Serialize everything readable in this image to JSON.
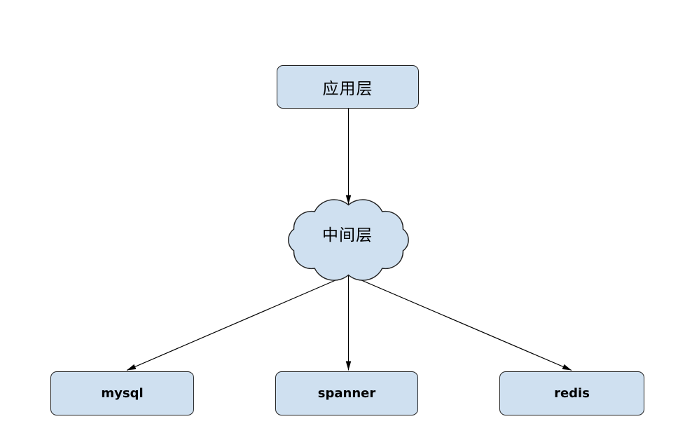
{
  "diagram": {
    "nodes": [
      {
        "id": "application-layer",
        "label": "应用层",
        "shape": "rounded-rectangle"
      },
      {
        "id": "middle-layer",
        "label": "中间层",
        "shape": "cloud"
      },
      {
        "id": "mysql",
        "label": "mysql",
        "shape": "rounded-rectangle"
      },
      {
        "id": "spanner",
        "label": "spanner",
        "shape": "rounded-rectangle"
      },
      {
        "id": "redis",
        "label": "redis",
        "shape": "rounded-rectangle"
      }
    ],
    "edges": [
      {
        "from": "应用层",
        "to": "中间层",
        "style": "arrow"
      },
      {
        "from": "中间层",
        "to": "mysql",
        "style": "arrow"
      },
      {
        "from": "中间层",
        "to": "spanner",
        "style": "arrow"
      },
      {
        "from": "中间层",
        "to": "redis",
        "style": "arrow"
      }
    ],
    "colors": {
      "node_fill": "#cfe0f0",
      "node_border": "#222222",
      "edge": "#000000",
      "text": "#000000",
      "background": "#ffffff"
    }
  }
}
